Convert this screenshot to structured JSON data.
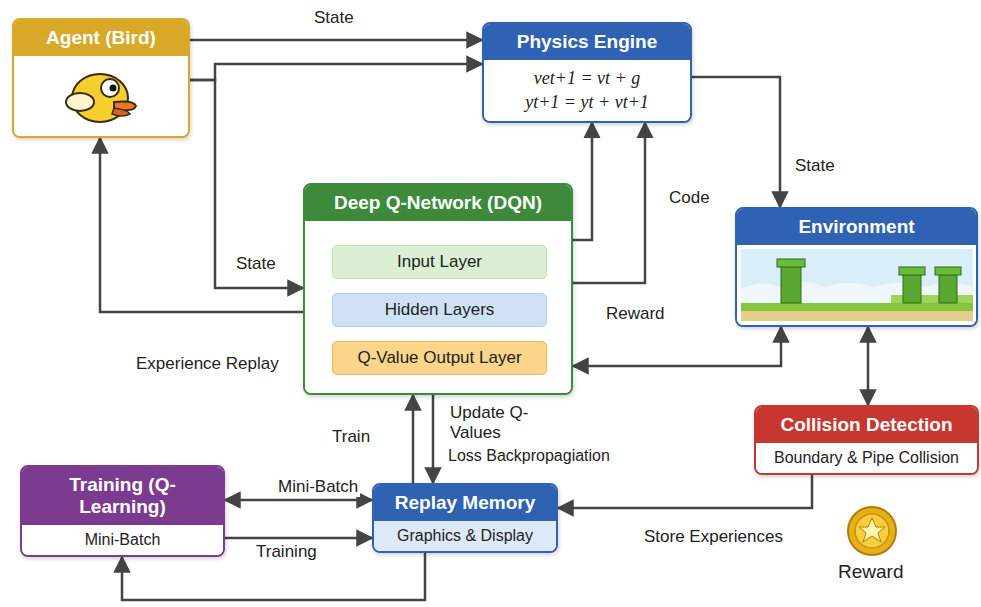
{
  "diagram": {
    "nodes": [
      {
        "text": [
          "Agent (Bird)"
        ]
      },
      {
        "text": [
          "Physics Engine",
          "vet+1 = vt + g",
          "yt+1 = yt + vt+1"
        ]
      },
      {
        "text": [
          "Deep Q-Network (DQN)"
        ]
      },
      {
        "text": [
          "Input Layer"
        ],
        "in": 2
      },
      {
        "text": [
          "Hidden Layers"
        ],
        "in": 2
      },
      {
        "text": [
          "Q-Value Output Layer"
        ],
        "in": 2
      },
      {
        "text": [
          "Environment"
        ]
      },
      {
        "text": [
          "Collision Detection",
          "Boundary & Pipe Collision"
        ]
      },
      {
        "text": [
          "Training (Q-Learning)",
          "Mini-Batch"
        ]
      },
      {
        "text": [
          "Replay Memory",
          "Graphics & Display"
        ]
      }
    ],
    "edges": [
      {
        "from": 0,
        "to": 1,
        "label": "State",
        "arrow": "to"
      },
      {
        "from": 0,
        "to": 1,
        "arrow": "to"
      },
      {
        "from": 0,
        "to": 2,
        "label": "State",
        "arrow": "to"
      },
      {
        "from": 2,
        "to": 0,
        "label": "Experience Replay",
        "arrow": "to"
      },
      {
        "from": 2,
        "to": 1,
        "label": "Code",
        "arrow": "to"
      },
      {
        "from": 2,
        "to": 1,
        "arrow": "to"
      },
      {
        "from": 1,
        "to": 6,
        "label": "State",
        "arrow": "to"
      },
      {
        "from": 2,
        "to": 6,
        "label": "Reward",
        "arrow": "both"
      },
      {
        "from": 6,
        "to": 7,
        "arrow": "both"
      },
      {
        "from": 7,
        "to": 9,
        "label": "Store Experiences",
        "arrow": "to"
      },
      {
        "from": 9,
        "to": 2,
        "label": "Train",
        "arrow": "to"
      },
      {
        "from": 2,
        "to": 9,
        "label": "Update Q-Values",
        "arrow": "to"
      },
      {
        "from": 8,
        "to": 9,
        "label": "Mini-Batch",
        "arrow": "both"
      },
      {
        "from": 8,
        "to": 9,
        "label": "Training",
        "arrow": "to"
      },
      {
        "from": 9,
        "to": 8,
        "arrow": "to"
      }
    ],
    "labels": [
      "Loss Backpropagiation",
      "Reward"
    ]
  }
}
